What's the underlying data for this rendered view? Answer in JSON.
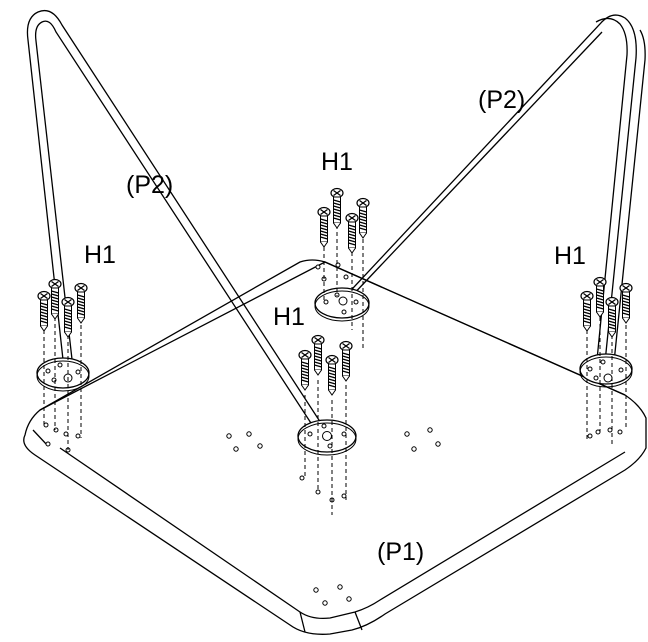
{
  "labels": {
    "tabletop": "(P1)",
    "leg_left": "(P2)",
    "leg_right": "(P2)",
    "hardware_left": "H1",
    "hardware_back": "H1",
    "hardware_center": "H1",
    "hardware_right": "H1"
  },
  "colors": {
    "line": "#000000",
    "fill": "#ffffff"
  },
  "parts": {
    "tabletop": "P1",
    "legs": "P2",
    "screws": "H1",
    "screws_per_plate": 4,
    "mounting_plates": 4
  }
}
